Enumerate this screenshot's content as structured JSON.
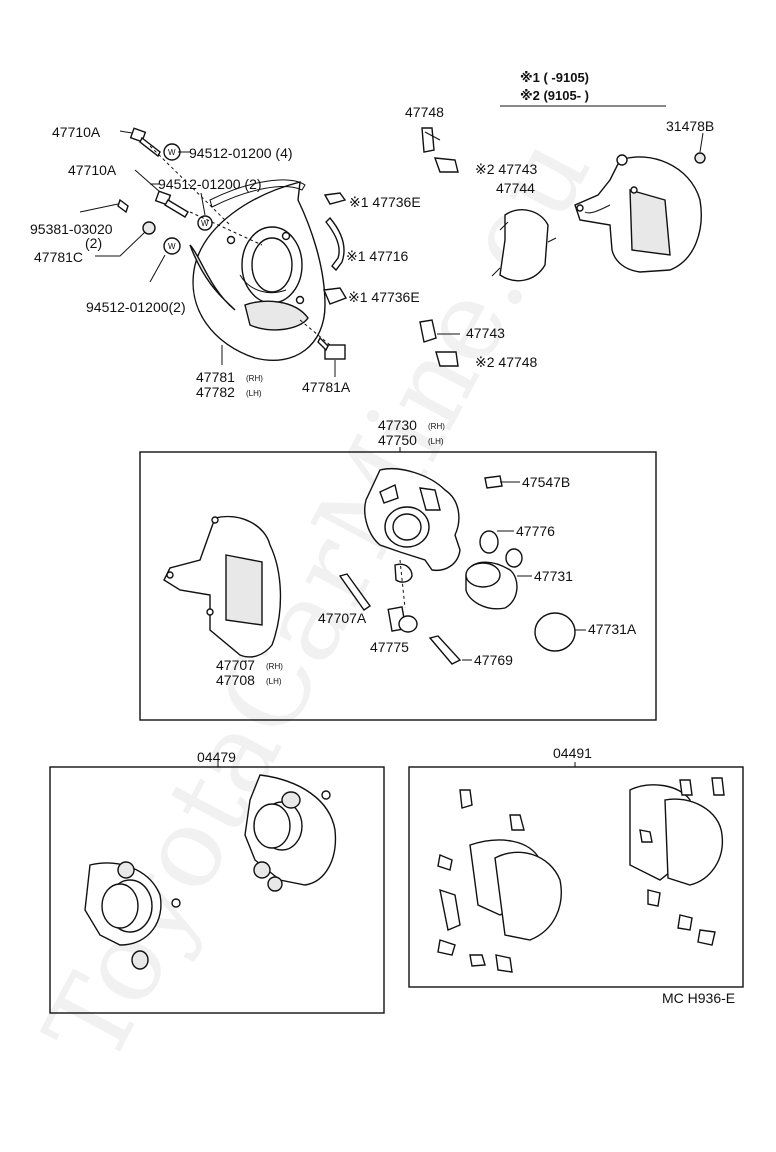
{
  "legend": {
    "mark1_text": "※1 (      -9105)",
    "mark2_text": "※2 (9105-      )"
  },
  "labels": {
    "p47710A_1": "47710A",
    "p47710A_2": "47710A",
    "p94512_4": "94512-01200 (4)",
    "p94512_2a": "94512-01200 (2)",
    "p95381": "95381-03020",
    "p95381_qty": "(2)",
    "p47781C": "47781C",
    "p94512_2b": "94512-01200(2)",
    "p47781": "47781",
    "p47781_rh": "(RH)",
    "p47782": "47782",
    "p47782_lh": "(LH)",
    "p47781A": "47781A",
    "p47736E_1": "※1 47736E",
    "p47716": "※1 47716",
    "p47736E_2": "※1 47736E",
    "p47748_top": "47748",
    "p47743_top": "※2 47743",
    "p47744": "47744",
    "p47743_bot": "47743",
    "p47748_bot": "※2 47748",
    "p31478B": "31478B",
    "p47730": "47730",
    "p47730_rh": "(RH)",
    "p47750": "47750",
    "p47750_lh": "(LH)",
    "p47547B": "47547B",
    "p47776": "47776",
    "p47731": "47731",
    "p47707A": "47707A",
    "p47731A": "47731A",
    "p47775": "47775",
    "p47769": "47769",
    "p47707": "47707",
    "p47707_rh": "(RH)",
    "p47708": "47708",
    "p47708_lh": "(LH)",
    "p04479": "04479",
    "p04491": "04491",
    "code": "MC H936-E"
  },
  "watermark": "ToyotaCarMine.eu"
}
